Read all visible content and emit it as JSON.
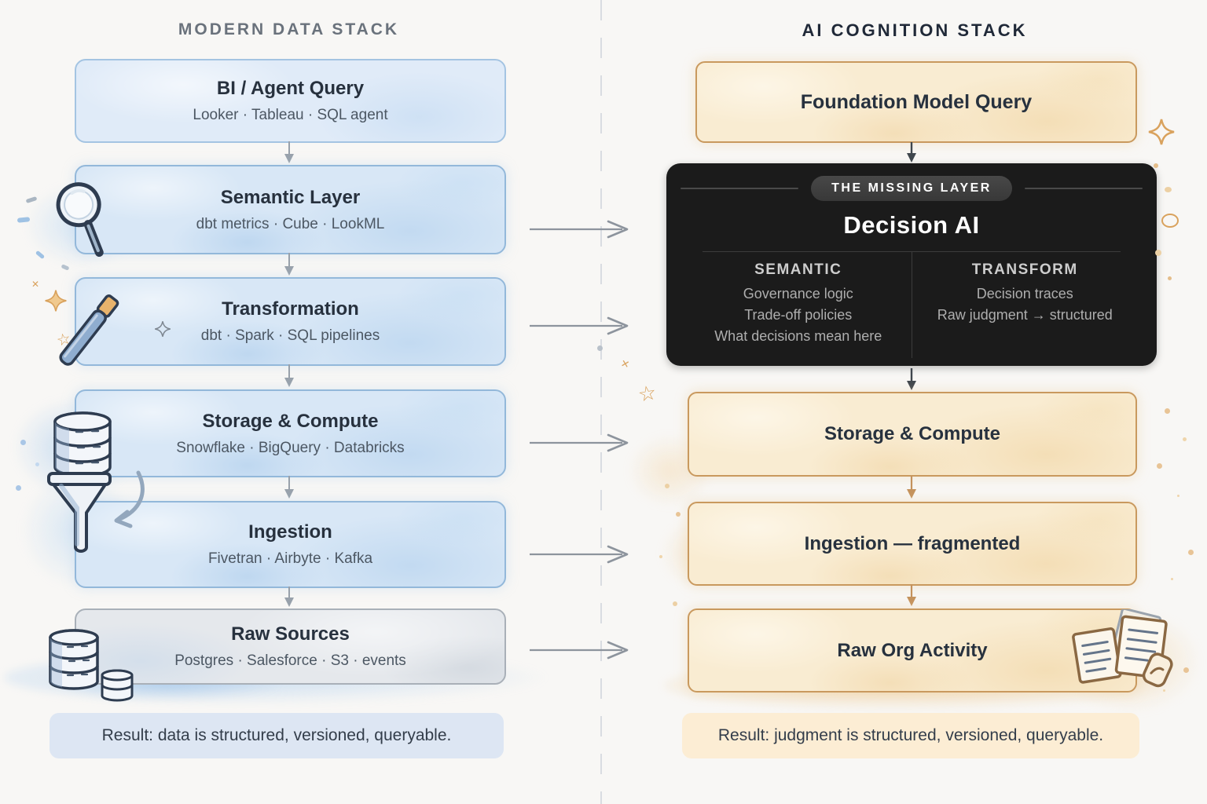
{
  "left": {
    "title": "MODERN DATA STACK",
    "boxes": [
      {
        "title": "BI / Agent Query",
        "subtitle": "Looker · Tableau · SQL agent"
      },
      {
        "title": "Semantic Layer",
        "subtitle": "dbt metrics · Cube · LookML"
      },
      {
        "title": "Transformation",
        "subtitle": "dbt · Spark · SQL pipelines"
      },
      {
        "title": "Storage & Compute",
        "subtitle": "Snowflake · BigQuery · Databricks"
      },
      {
        "title": "Ingestion",
        "subtitle": "Fivetran · Airbyte · Kafka"
      },
      {
        "title": "Raw Sources",
        "subtitle": "Postgres · Salesforce · S3 · events"
      }
    ],
    "result": "Result: data is structured, versioned, queryable."
  },
  "right": {
    "title": "AI COGNITION STACK",
    "foundation_box": {
      "title": "Foundation Model Query"
    },
    "missing_layer": {
      "badge": "THE MISSING LAYER",
      "title": "Decision AI",
      "columns": [
        {
          "header": "SEMANTIC",
          "items": [
            "Governance logic",
            "Trade-off policies",
            "What decisions mean here"
          ]
        },
        {
          "header": "TRANSFORM",
          "items": [
            "Decision traces",
            "Raw judgment → structured"
          ]
        }
      ]
    },
    "boxes": [
      {
        "title": "Storage & Compute"
      },
      {
        "title": "Ingestion — fragmented"
      },
      {
        "title": "Raw Org Activity"
      }
    ],
    "result": "Result: judgment is structured, versioned, queryable."
  },
  "icons": {
    "magnifier": "hand-drawn magnifying glass (svg)",
    "paintbrush": "hand-drawn brush with tan ferrule (svg)",
    "database": "hand-drawn database cylinder (svg)",
    "funnel": "hand-drawn funnel with curved arrow (svg)",
    "database_stack": "two database cylinders (svg)",
    "documents": "paper sheets with note tag (svg)",
    "sparkle": "four-point star outline (svg)",
    "star": "☆"
  },
  "colors": {
    "blue_box_fill": "#d8e7f6",
    "blue_box_border": "#93b8da",
    "gray_box_fill": "#e5e8ec",
    "gray_box_border": "#a9b0b8",
    "orange_box_fill": "#f9ecd2",
    "orange_box_border": "#c9995e",
    "black_box": "#1b1b1b",
    "result_left_fill": "#dde6f3",
    "result_right_fill": "#fcedd4",
    "arrow_gray": "#98a1ab",
    "arrow_dark": "#3f464d",
    "arrow_tan": "#c4925c",
    "accent_tan": "#d9a25d",
    "accent_blue": "#9fc2e4",
    "left_title_color": "#6a727c",
    "right_title_color": "#202938"
  }
}
